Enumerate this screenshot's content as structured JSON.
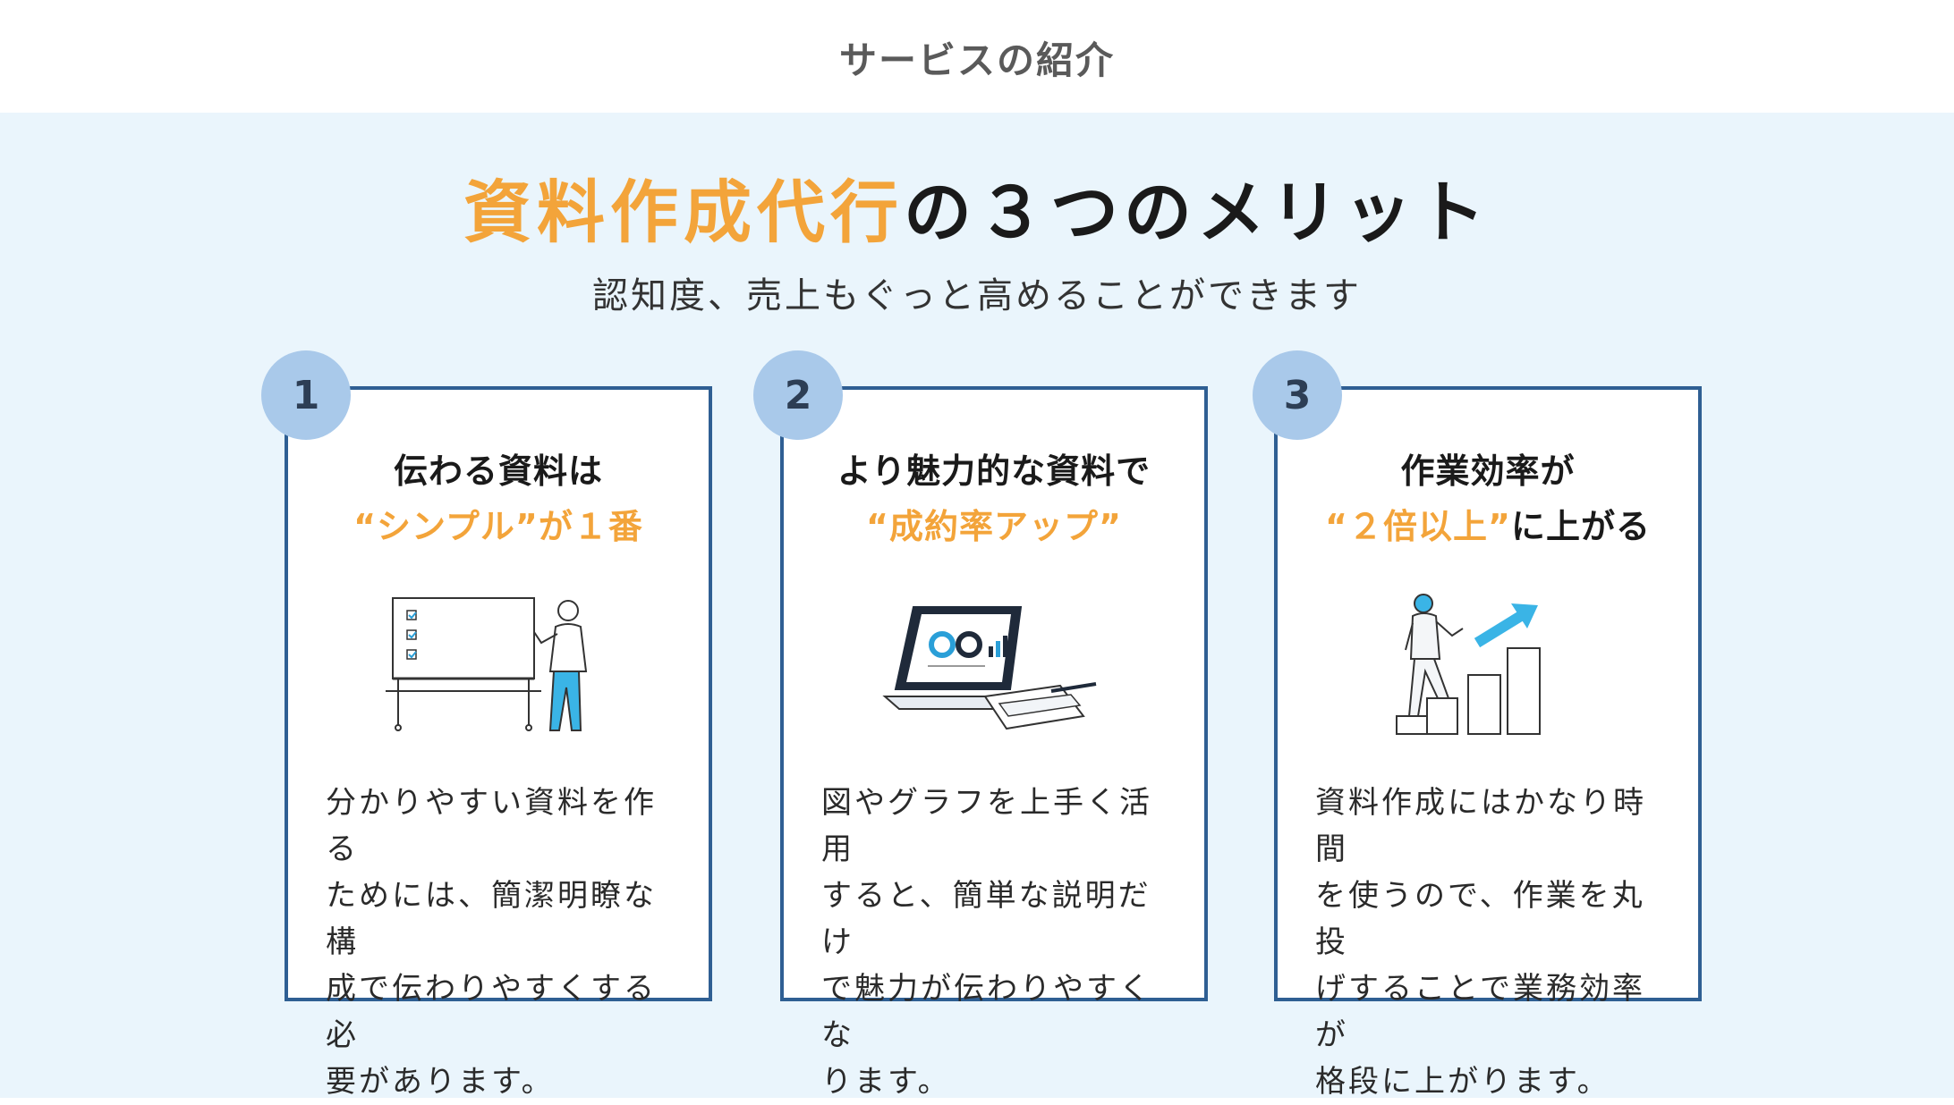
{
  "page": {
    "title": "サービスの紹介"
  },
  "hero": {
    "headline_accent": "資料作成代行",
    "headline_rest": "の３つのメリット",
    "subtitle": "認知度、売上もぐっと高めることができます"
  },
  "colors": {
    "accent": "#f3a43a",
    "panel_bg": "#eaf5fc",
    "card_border": "#2f5f93",
    "badge_bg": "#a9c9ea"
  },
  "cards": [
    {
      "number": "1",
      "title_line1": "伝わる資料は",
      "title_line2_accent": "“シンプル”",
      "title_line2_rest": "が１番",
      "title_line2_tail": "",
      "icon": "presentation-whiteboard-icon",
      "body": "分かりやすい資料を作る\nためには、簡潔明瞭な構\n成で伝わりやすくする必\n要があります。"
    },
    {
      "number": "2",
      "title_line1": "より魅力的な資料で",
      "title_line2_accent": "“成約率アップ”",
      "title_line2_rest": "",
      "title_line2_tail": "",
      "icon": "tablet-charts-icon",
      "body": "図やグラフを上手く活用\nすると、簡単な説明だけ\nで魅力が伝わりやすくな\nります。"
    },
    {
      "number": "3",
      "title_line1": "作業効率が",
      "title_line2_accent": "“２倍以上”",
      "title_line2_rest": "",
      "title_line2_tail": "に上がる",
      "icon": "climbing-steps-growth-icon",
      "body": "資料作成にはかなり時間\nを使うので、作業を丸投\nげすることで業務効率が\n格段に上がります。"
    }
  ]
}
